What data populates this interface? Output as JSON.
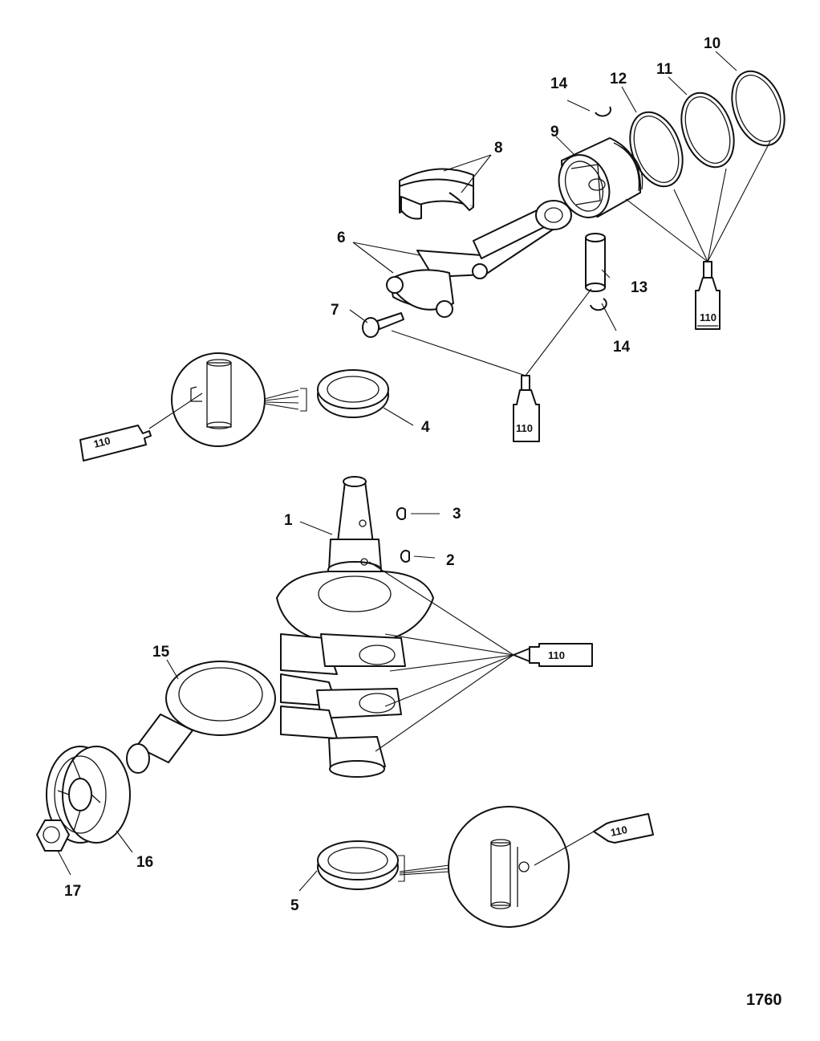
{
  "diagram": {
    "number": "1760",
    "sealant_code": "110",
    "callouts": {
      "c1": "1",
      "c2": "2",
      "c3": "3",
      "c4": "4",
      "c5": "5",
      "c6": "6",
      "c7": "7",
      "c8": "8",
      "c9": "9",
      "c10": "10",
      "c11": "11",
      "c12": "12",
      "c13": "13",
      "c14a": "14",
      "c14b": "14",
      "c15": "15",
      "c16": "16",
      "c17": "17"
    }
  }
}
